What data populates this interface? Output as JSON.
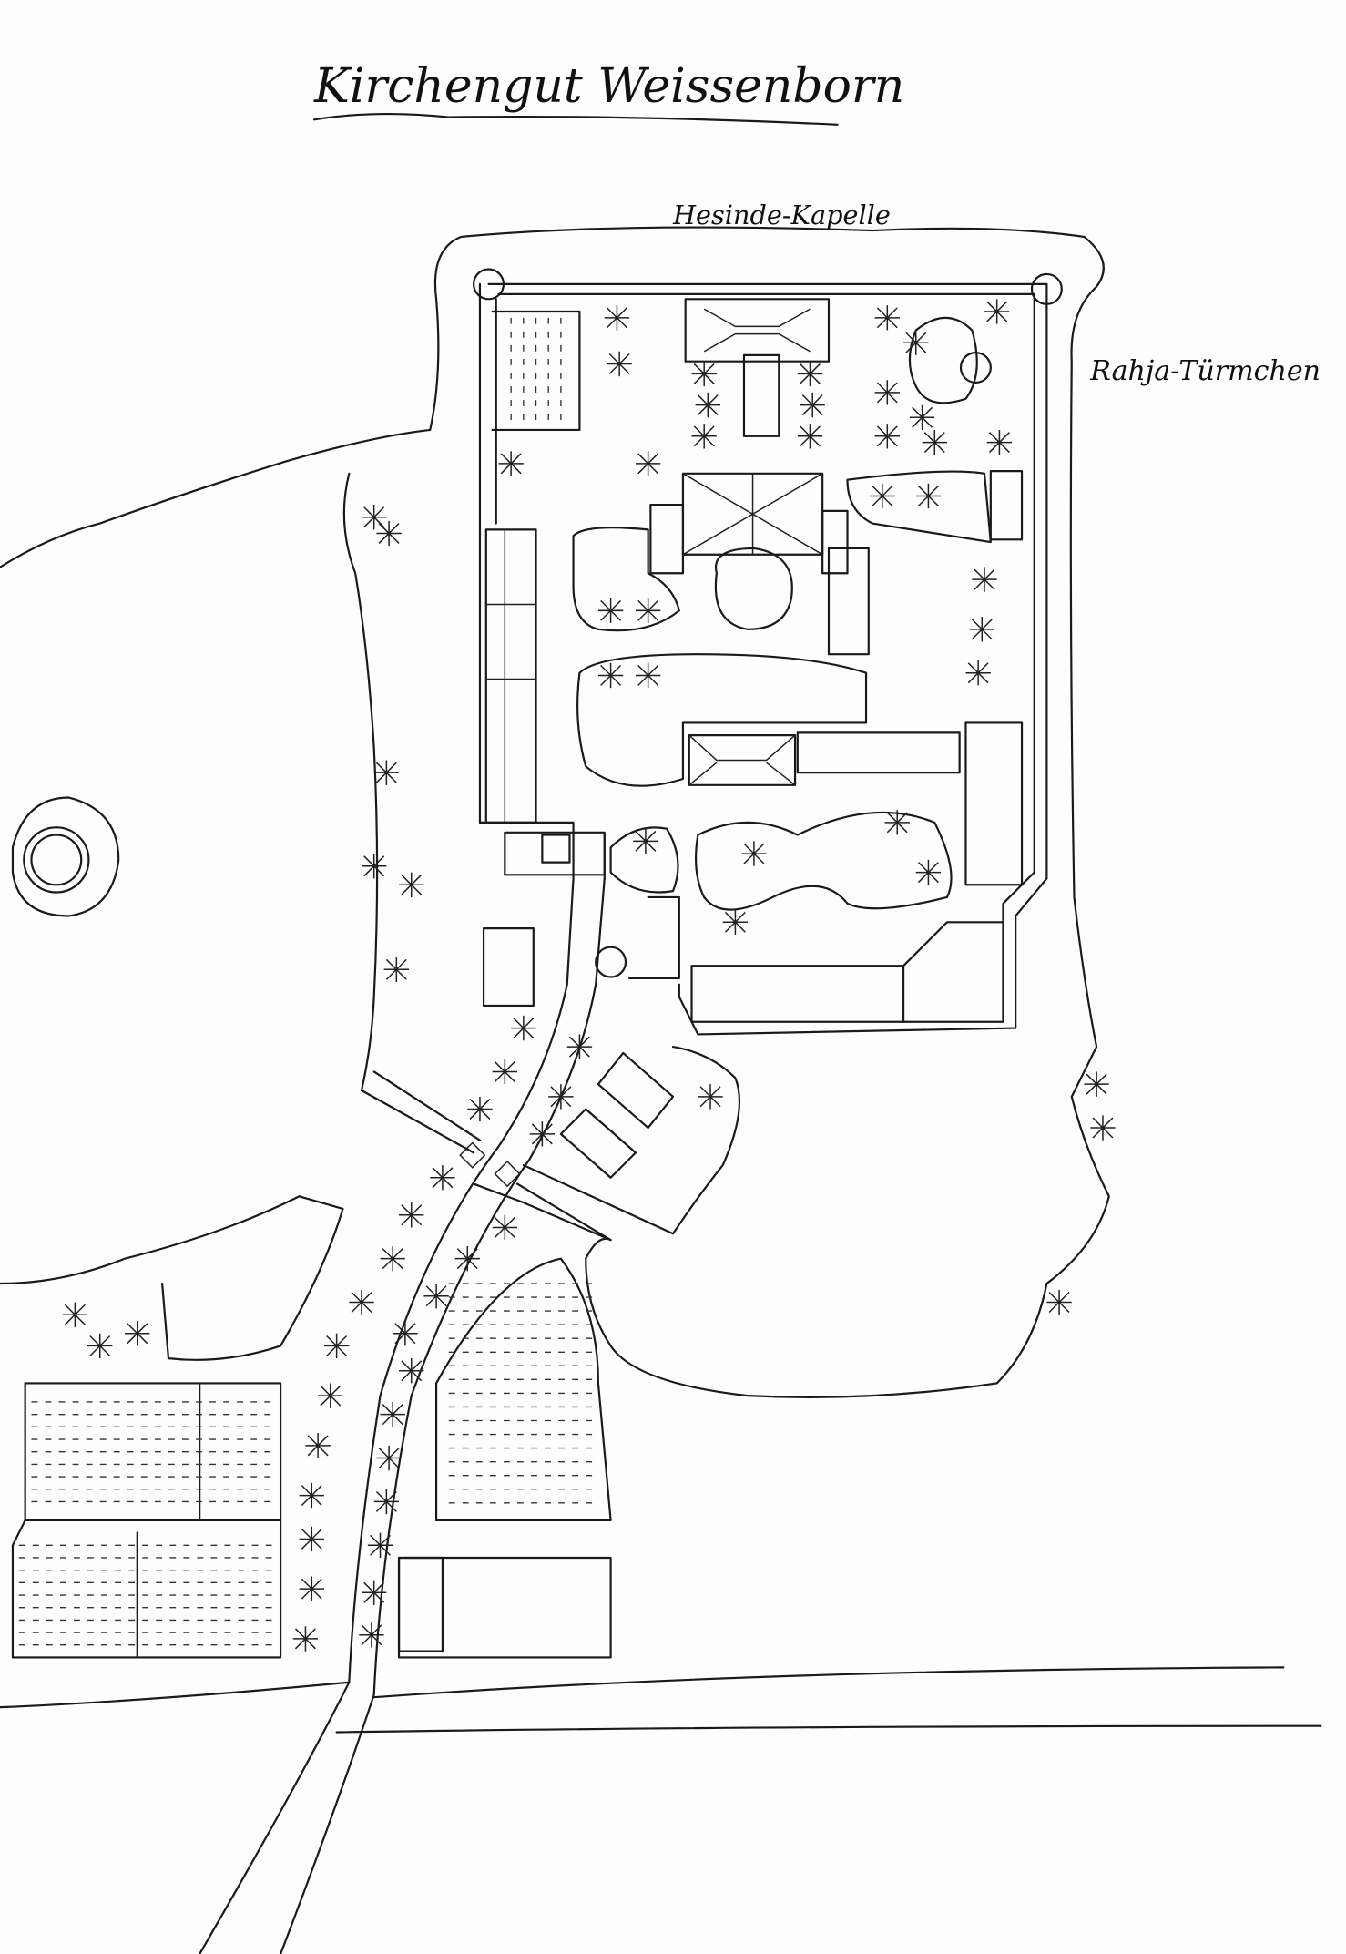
{
  "map": {
    "title": "Kirchengut Weissenborn",
    "labels": {
      "chapel": "Hesinde-Kapelle",
      "tower": "Rahja-Türmchen"
    }
  }
}
